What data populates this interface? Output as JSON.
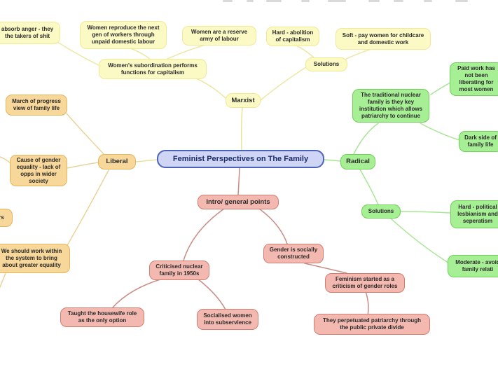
{
  "title": "Feminist Perspectives on The Family",
  "colors": {
    "marxist": "#fbf9c4",
    "liberal": "#f7d79a",
    "radical": "#a7ef95",
    "intro": "#f3b9b0",
    "central": "#cfd6f5"
  },
  "marxist": {
    "hub": "Marxist",
    "absorb_anger": "absorb anger - they the takers of shit",
    "reproduce": "Women reproduce the next gen of workers through unpaid domestic labour",
    "reserve_army": "Women are a reserve army of labour",
    "subordination": "Women's subordination performs functions for capitalism",
    "solutions": "Solutions",
    "hard": "Hard - abolition of capitalism",
    "soft": "Soft - pay women for childcare and domestic work"
  },
  "liberal": {
    "hub": "Liberal",
    "march": "March of progress view of family life",
    "cause": "Cause of gender equality - lack of opps in wider society",
    "rs": "rs",
    "work_within": "We should work within the system to bring about greater equality"
  },
  "radical": {
    "hub": "Radical",
    "key_institution": "The traditional nuclear family is they key institution which allows patriarchy to continue",
    "paid_work": "Paid work has not been liberating for most women",
    "dark_side": "Dark side of family life",
    "solutions": "Solutions",
    "hard": "Hard - political lesbianism and seperatism",
    "moderate": "Moderate - avoid family relati"
  },
  "intro": {
    "hub": "Intro/ general points",
    "criticised": "Criticised nuclear family in 1950s",
    "housewife": "Taught the housewife role as the only option",
    "socialised": "Socialised women into subservience",
    "gender_social": "Gender is socially constructed",
    "feminism_started": "Feminism started as a criticism of gender roles",
    "patriarchy": "They perpetuated patriarchy through the public private divide"
  }
}
